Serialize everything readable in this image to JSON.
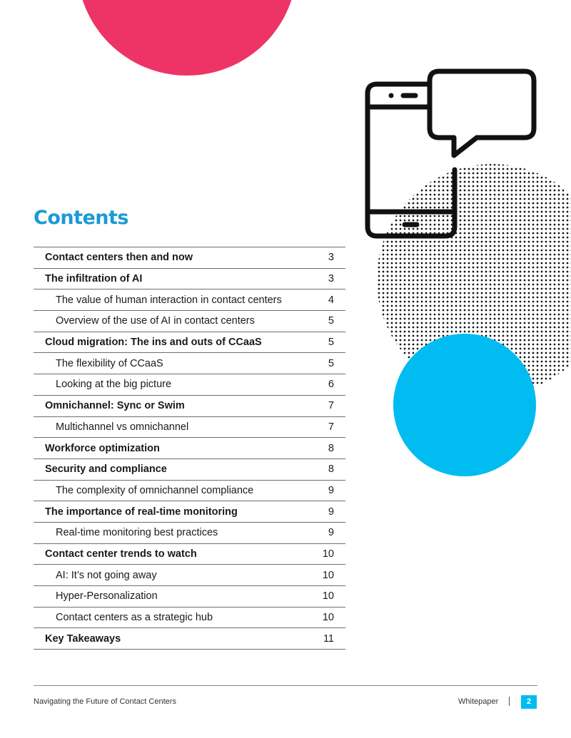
{
  "colors": {
    "accent_pink": "#ee3466",
    "accent_blue": "#00bcf0",
    "title_blue": "#1a9ad6",
    "ink": "#111111"
  },
  "icons": [
    "smartphone-icon",
    "speech-bubble-icon"
  ],
  "title": "Contents",
  "toc": [
    {
      "label": "Contact centers then and now",
      "page": "3",
      "level": "main"
    },
    {
      "label": "The infiltration of AI",
      "page": "3",
      "level": "main"
    },
    {
      "label": "The value of human interaction in contact centers",
      "page": "4",
      "level": "sub"
    },
    {
      "label": "Overview of the use of AI in contact centers",
      "page": "5",
      "level": "sub"
    },
    {
      "label": "Cloud migration: The ins and outs of CCaaS",
      "page": "5",
      "level": "main"
    },
    {
      "label": "The flexibility of CCaaS",
      "page": "5",
      "level": "sub"
    },
    {
      "label": "Looking at the big picture",
      "page": "6",
      "level": "sub"
    },
    {
      "label": "Omnichannel: Sync or Swim",
      "page": "7",
      "level": "main"
    },
    {
      "label": "Multichannel vs omnichannel",
      "page": "7",
      "level": "sub"
    },
    {
      "label": "Workforce optimization",
      "page": "8",
      "level": "main"
    },
    {
      "label": "Security and compliance",
      "page": "8",
      "level": "main"
    },
    {
      "label": "The complexity of omnichannel compliance",
      "page": "9",
      "level": "sub"
    },
    {
      "label": "The importance of real-time monitoring",
      "page": "9",
      "level": "main"
    },
    {
      "label": "Real-time monitoring best practices",
      "page": "9",
      "level": "sub"
    },
    {
      "label": "Contact center trends to watch",
      "page": "10",
      "level": "main"
    },
    {
      "label": "AI: It’s not going away",
      "page": "10",
      "level": "sub"
    },
    {
      "label": "Hyper-Personalization",
      "page": "10",
      "level": "sub"
    },
    {
      "label": "Contact centers as a strategic hub",
      "page": "10",
      "level": "sub"
    },
    {
      "label": "Key Takeaways",
      "page": "11",
      "level": "main"
    }
  ],
  "footer": {
    "document_title": "Navigating the Future of Contact Centers",
    "doc_type": "Whitepaper",
    "page_number": "2"
  }
}
